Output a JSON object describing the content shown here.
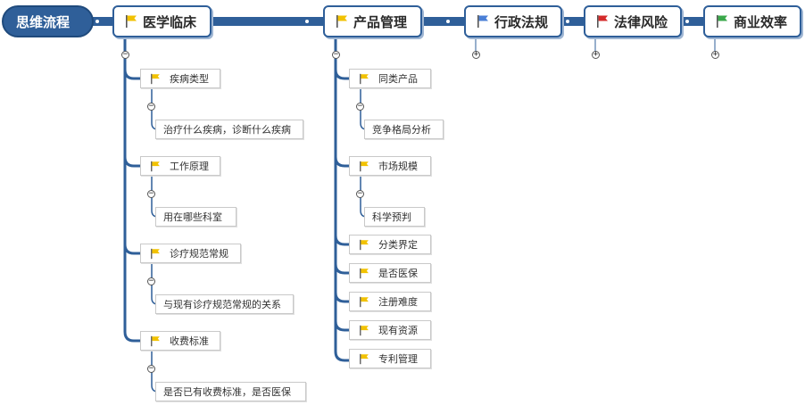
{
  "root": {
    "label": "思维流程"
  },
  "branches": [
    {
      "label": "医学临床",
      "flag_color": "#f2c200"
    },
    {
      "label": "产品管理",
      "flag_color": "#f2c200"
    },
    {
      "label": "行政法规",
      "flag_color": "#4a7fd6"
    },
    {
      "label": "法律风险",
      "flag_color": "#d42a2a"
    },
    {
      "label": "商业效率",
      "flag_color": "#3aa84a"
    }
  ],
  "clinical": {
    "items": [
      {
        "label": "疾病类型",
        "child": "治疗什么疾病，诊断什么疾病"
      },
      {
        "label": "工作原理",
        "child": "用在哪些科室"
      },
      {
        "label": "诊疗规范常规",
        "child": "与现有诊疗规范常规的关系"
      },
      {
        "label": "收费标准",
        "child": "是否已有收费标准，是否医保"
      }
    ]
  },
  "product": {
    "items": [
      {
        "label": "同类产品",
        "child": "竞争格局分析"
      },
      {
        "label": "市场规模",
        "child": "科学预判"
      },
      {
        "label": "分类界定"
      },
      {
        "label": "是否医保"
      },
      {
        "label": "注册难度"
      },
      {
        "label": "现有资源"
      },
      {
        "label": "专利管理"
      }
    ]
  },
  "controls": {
    "collapse": "−",
    "expand": "+"
  },
  "colors": {
    "line": "#2f5f99",
    "node_border": "#c9c9c9",
    "flag_yellow": "#f2c200"
  }
}
